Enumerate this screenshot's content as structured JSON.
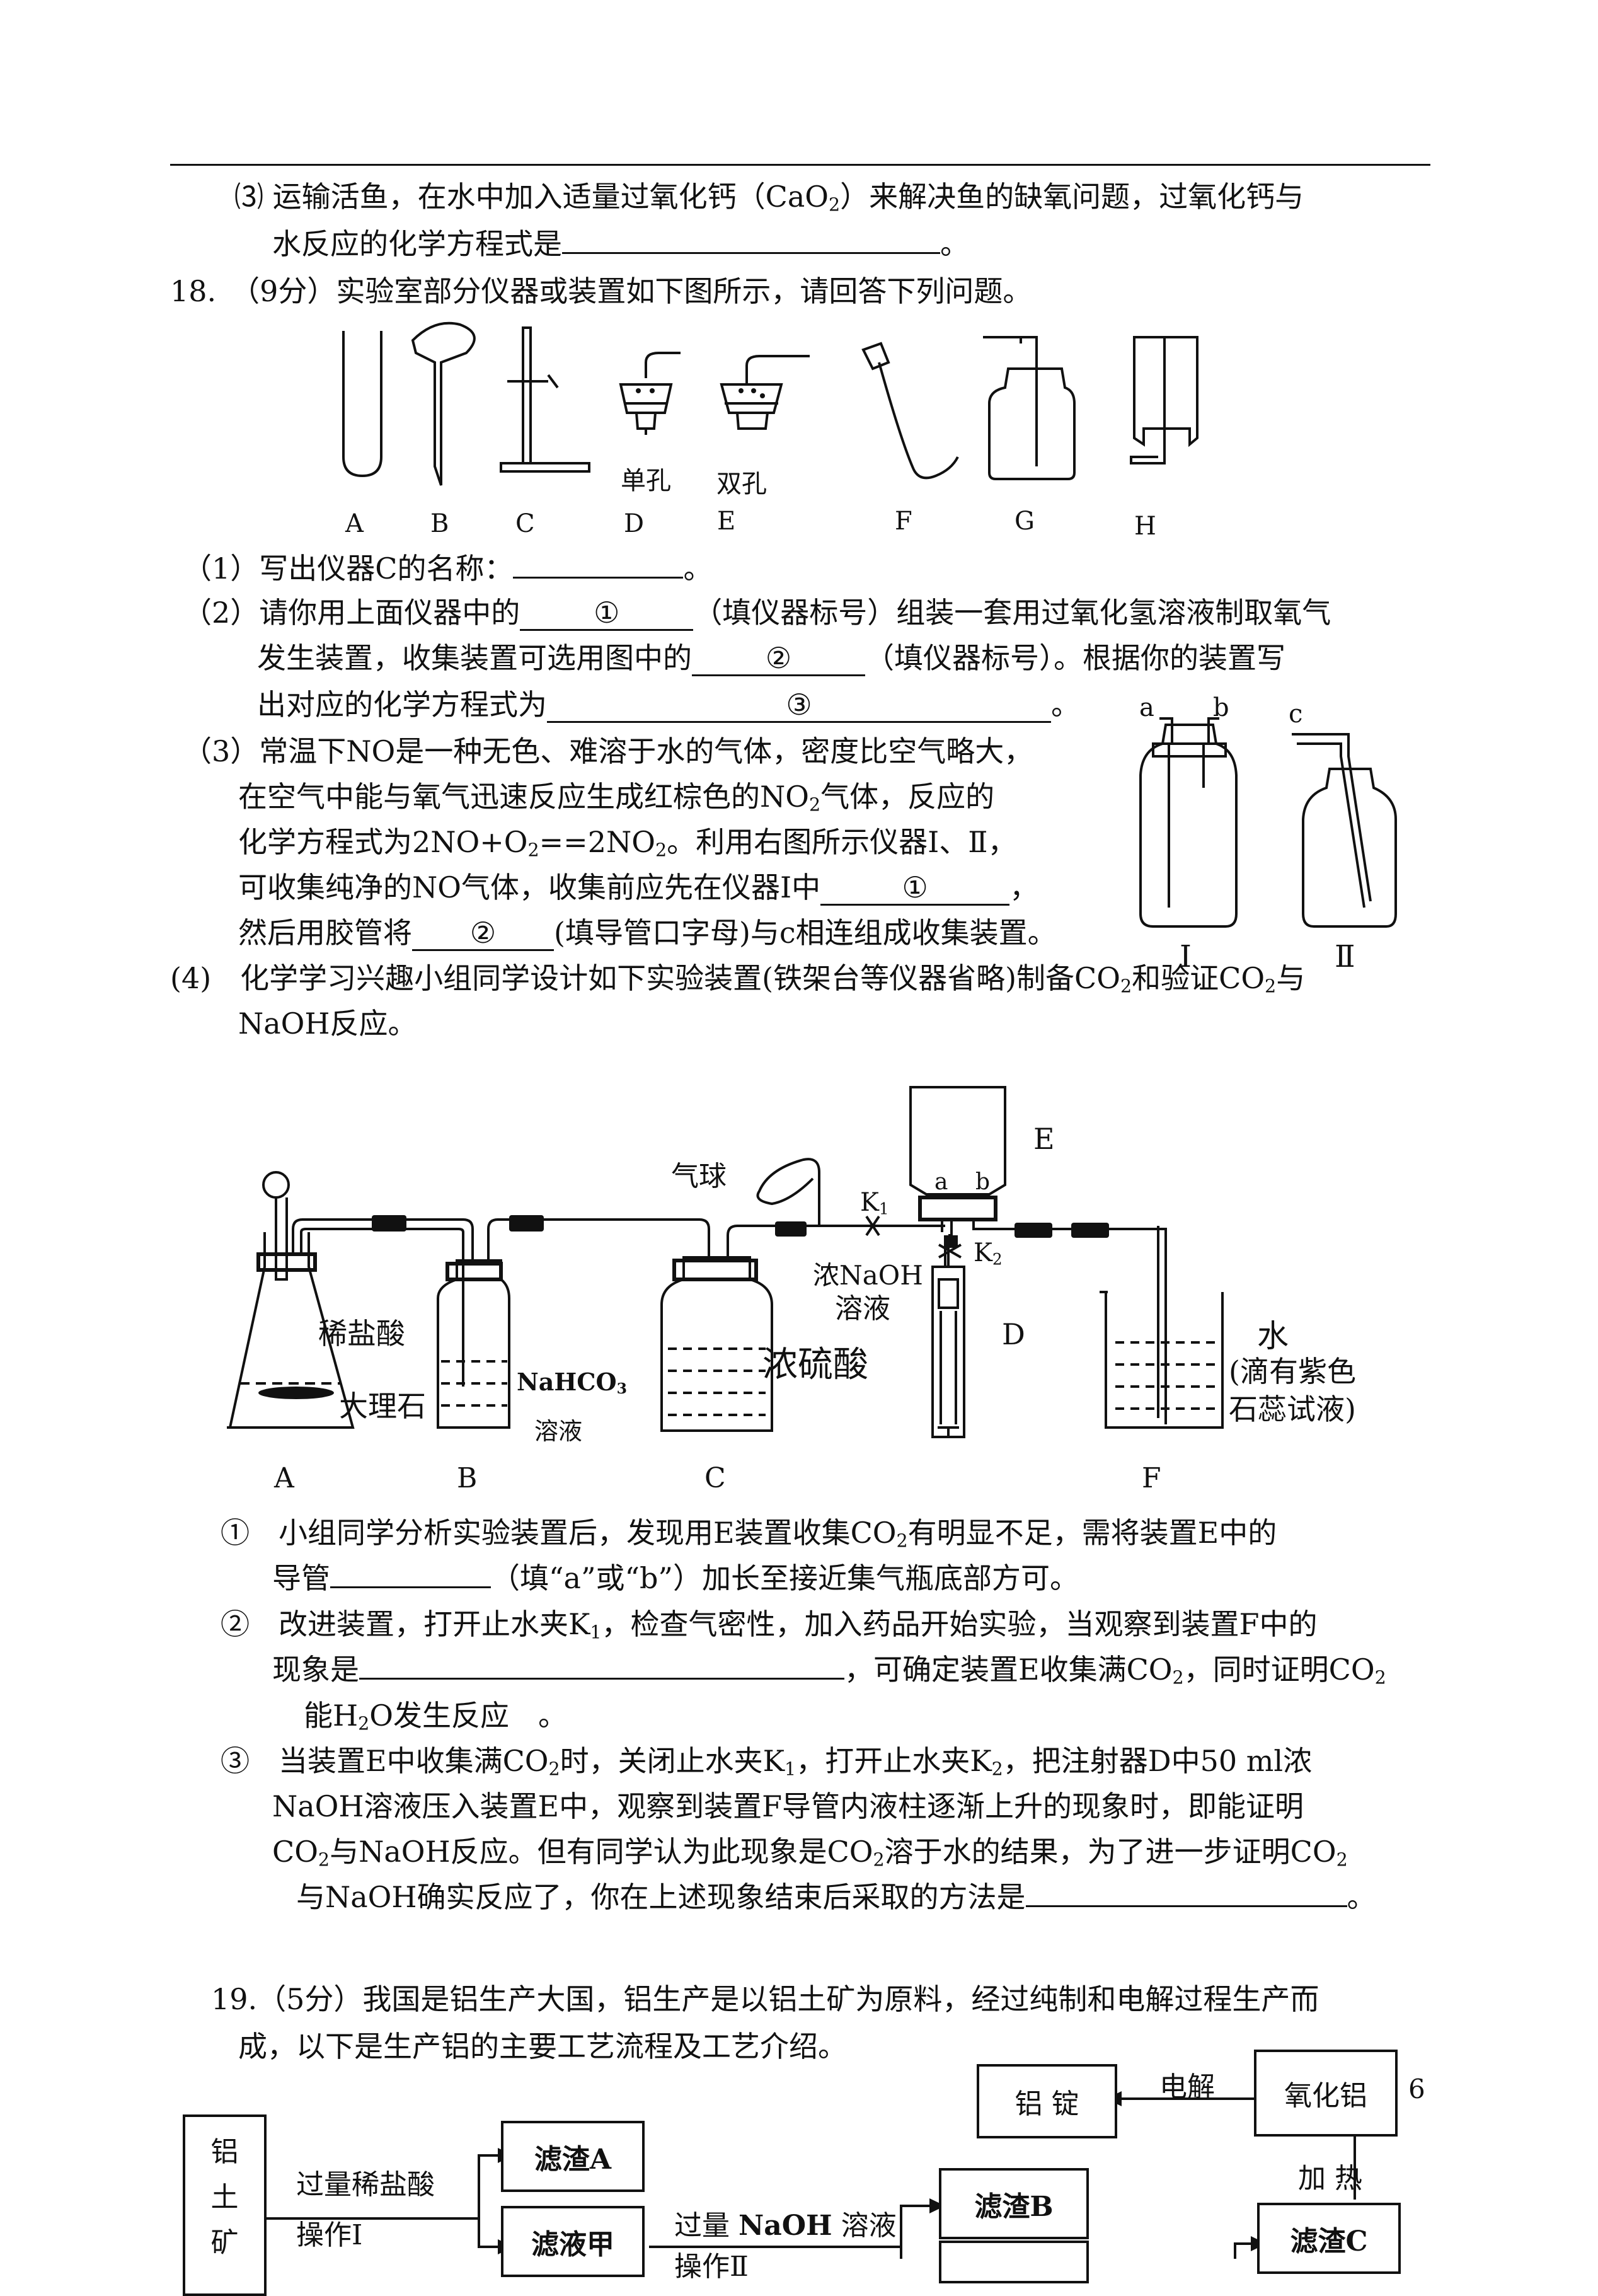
{
  "q17_3": {
    "num": "⑶",
    "line1_a": "运输活鱼，在水中加入适量过氧化钙（CaO",
    "line1_sub": "2",
    "line1_b": "）来解决鱼的缺氧问题，过氧化钙与",
    "line2": "水反应的化学方程式是",
    "end": "。"
  },
  "q18": {
    "header": "18.　（9分）实验室部分仪器或装置如下图所示，请回答下列问题。",
    "instrument_labels": [
      "A",
      "B",
      "C",
      "D",
      "E",
      "F",
      "G",
      "H"
    ],
    "hole_labels": {
      "single": "单孔",
      "double": "双孔"
    },
    "p1": "（1）写出仪器C的名称：",
    "p1_end": "。",
    "p2_a": "（2）请你用上面仪器中的",
    "blank1": "①",
    "p2_b": "（填仪器标号）组装一套用过氧化氢溶液制取氧气",
    "p2_c": "发生装置，收集装置可选用图中的",
    "blank2": "②",
    "p2_d": "（填仪器标号）。根据你的装置写",
    "p2_e": "出对应的化学方程式为",
    "blank3": "③",
    "p2_end": "。",
    "p3_l1": "（3）常温下NO是一种无色、难溶于水的气体，密度比空气略大，",
    "p3_l2a": "在空气中能与氧气迅速反应生成红棕色的NO",
    "p3_l2b": "气体，反应的",
    "p3_l3a": "化学方程式为2NO+O",
    "p3_l3b": "==2NO",
    "p3_l3c": "。利用右图所示仪器Ⅰ、Ⅱ，",
    "p3_l4a": "可收集纯净的NO气体，收集前应先在仪器Ⅰ中",
    "p3_l4_blank": "①",
    "p3_l4_end": "，",
    "p3_l5a": "然后用胶管将",
    "p3_l5_blank": "②",
    "p3_l5b": "(填导管口字母)与c相连组成收集装置。",
    "bottle_labels": {
      "a": "a",
      "b": "b",
      "c": "c",
      "I": "Ⅰ",
      "II": "Ⅱ"
    },
    "p4_l1a": "(4)　化学学习兴趣小组同学设计如下实验装置(铁架台等仪器省略)制备CO",
    "p4_l1b": "和验证CO",
    "p4_l1c": "与",
    "p4_l2": "NaOH反应。",
    "apparatus": {
      "balloon": "气球",
      "k1": "K",
      "k2": "K",
      "k_sub1": "1",
      "k_sub2": "2",
      "naoh1": "浓NaOH",
      "naoh2": "溶液",
      "hcl": "稀盐酸",
      "marble": "大理石",
      "nahco3": "NaHCO",
      "nahco3_sub": "3",
      "nahco3_2": "溶液",
      "h2so4": "浓硫酸",
      "water1": "水",
      "water2": "(滴有紫色",
      "water3": "石蕊试液)",
      "labels": {
        "A": "A",
        "B": "B",
        "C": "C",
        "D": "D",
        "E": "E",
        "F": "F",
        "a": "a",
        "b": "b"
      }
    },
    "s1_num": "①",
    "s1_l1a": "小组同学分析实验装置后，发现用E装置收集CO",
    "s1_l1b": "有明显不足，需将装置E中的",
    "s1_l2a": "导管",
    "s1_l2b": "（填“a”或“b”）加长至接近集气瓶底部方可。",
    "s2_num": "②",
    "s2_l1a": "改进装置，打开止水夹K",
    "s2_l1b": "，检查气密性，加入药品开始实验，当观察到装置F中的",
    "s2_l2a": "现象是",
    "s2_l2b": "，可确定装置E收集满CO",
    "s2_l2c": "，同时证明CO",
    "s2_l3a": "能H",
    "s2_l3b": "O发生反应　。",
    "s3_num": "③",
    "s3_l1a": "当装置E中收集满CO",
    "s3_l1b": "时，关闭止水夹K",
    "s3_l1c": "，打开止水夹K",
    "s3_l1d": "，把注射器D中50 ml浓",
    "s3_l2": "NaOH溶液压入装置E中，观察到装置F导管内液柱逐渐上升的现象时，即能证明",
    "s3_l3a": "CO",
    "s3_l3b": "与NaOH反应。但有同学认为此现象是CO",
    "s3_l3c": "溶于水的结果，为了进一步证明CO",
    "s3_l4": "与NaOH确实反应了，你在上述现象结束后采取的方法是",
    "s3_end": "。"
  },
  "q19": {
    "l1": "19.（5分）我国是铝生产大国，铝生产是以铝土矿为原料，经过纯制和电解过程生产而",
    "l2": "成，以下是生产铝的主要工艺流程及工艺介绍。",
    "page_num": "6",
    "flow": {
      "ore": "铝\n土\n矿",
      "acid": "过量稀盐酸",
      "op1": "操作Ⅰ",
      "residueA": "滤渣A",
      "filtrateA": "滤液甲",
      "naoh_a": "过量",
      "naoh_b": "NaOH",
      "naoh_c": "溶液",
      "op2": "操作Ⅱ",
      "residueB": "滤渣B",
      "ingot": "铝 锭",
      "electro": "电解",
      "alumina": "氧化铝",
      "heat": "加 热",
      "residueC": "滤渣C"
    }
  }
}
